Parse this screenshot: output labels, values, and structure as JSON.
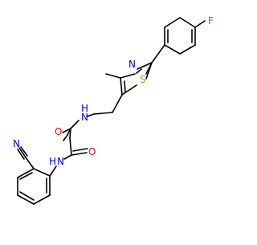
{
  "molecule": {
    "atoms": {
      "fluorine": "F",
      "sulfur": "S",
      "ring_nitrogen": "N",
      "amide_nitrogen_top": "N",
      "amide_h_top": "H",
      "amide_nitrogen_bottom": "N",
      "amide_h_bottom": "H",
      "carbonyl_oxygen_top": "O",
      "carbonyl_oxygen_bottom": "O",
      "nitrile_nitrogen": "N"
    },
    "colors": {
      "bond": "#000000",
      "nitrogen": "#0000ff",
      "oxygen": "#ff0000",
      "sulfur": "#c8a000",
      "fluorine": "#00b000"
    }
  }
}
